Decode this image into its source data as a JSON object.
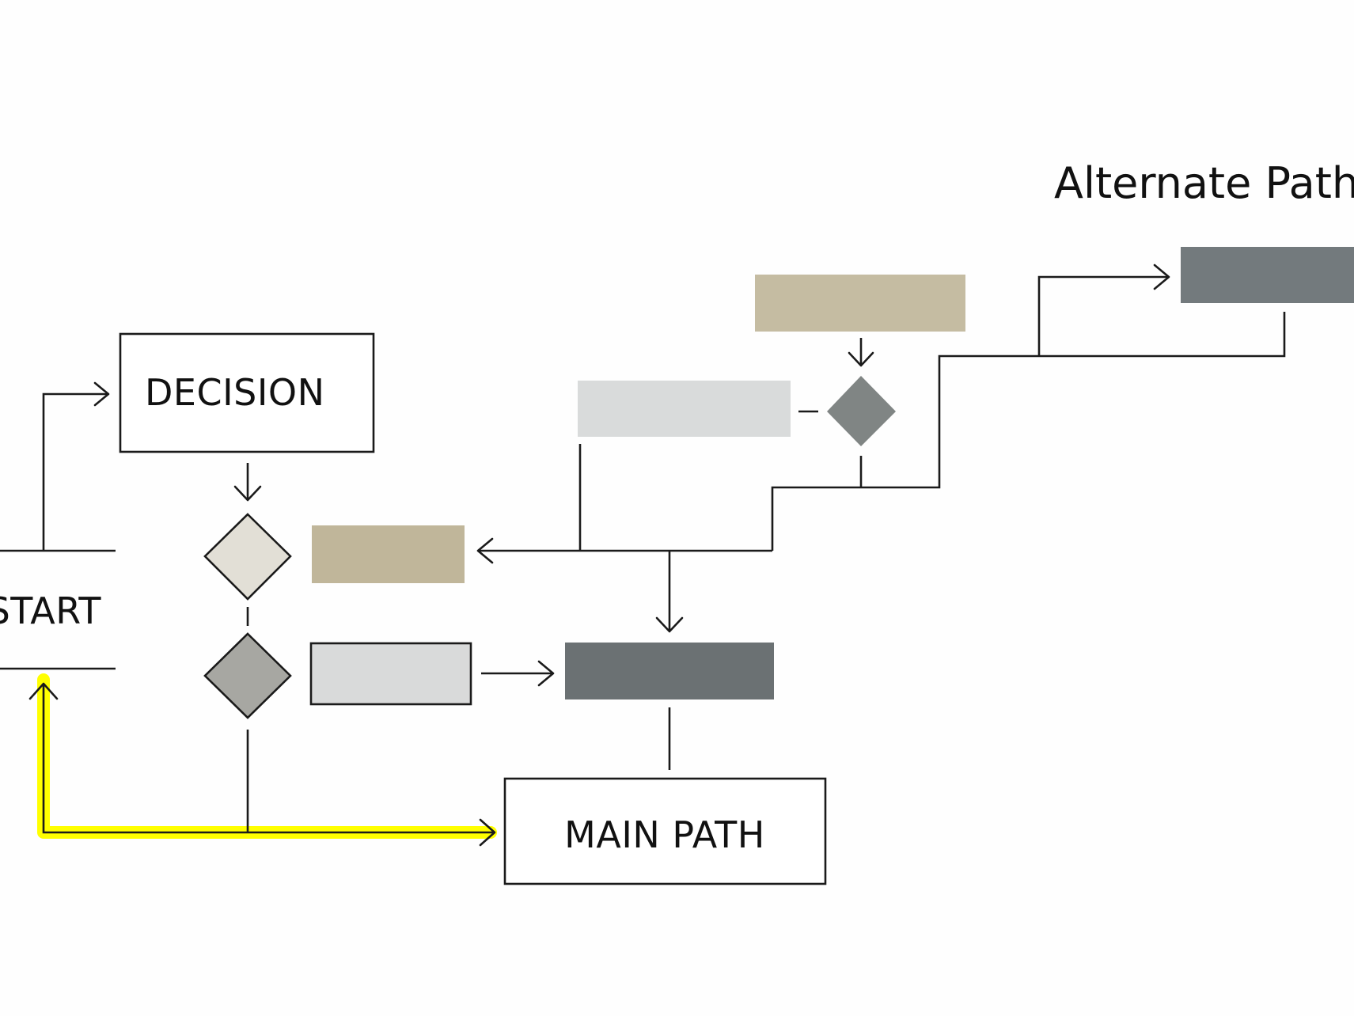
{
  "diagram": {
    "title": "Alternate Path",
    "nodes": {
      "start": {
        "label": "START",
        "shape": "open-bracket"
      },
      "decision": {
        "label": "DECISION",
        "shape": "rectangle-outline"
      },
      "main_path": {
        "label": "MAIN PATH",
        "shape": "rectangle-outline"
      },
      "alt_box_dark": {
        "label": "",
        "shape": "rectangle",
        "fill": "#737a7d"
      },
      "alt_box_tan": {
        "label": "",
        "shape": "rectangle",
        "fill": "#c5bca2"
      },
      "alt_box_light": {
        "label": "",
        "shape": "rectangle",
        "fill": "#d9dbdb"
      },
      "alt_diamond": {
        "label": "",
        "shape": "diamond",
        "fill": "#808584"
      },
      "diamond_light": {
        "label": "",
        "shape": "diamond",
        "fill": "#e2dfd6"
      },
      "diamond_dark": {
        "label": "",
        "shape": "diamond",
        "fill": "#a7a7a2"
      },
      "box_tan_mid": {
        "label": "",
        "shape": "rectangle",
        "fill": "#c0b69a"
      },
      "box_light_mid": {
        "label": "",
        "shape": "rectangle-outline",
        "fill": "#d9dada"
      },
      "box_dark_mid": {
        "label": "",
        "shape": "rectangle",
        "fill": "#6b7173"
      }
    },
    "edges": [
      {
        "from": "start",
        "to": "decision"
      },
      {
        "from": "decision",
        "to": "diamond_light"
      },
      {
        "from": "diamond_light",
        "to": "diamond_dark"
      },
      {
        "from": "diamond_dark",
        "to": "main_path",
        "highlighted": false
      },
      {
        "from": "main_path",
        "to": "start",
        "highlighted": true
      },
      {
        "from": "box_light_mid",
        "to": "box_dark_mid"
      },
      {
        "from": "box_dark_mid",
        "to": "main_path"
      },
      {
        "from": "junction",
        "to": "box_tan_mid"
      },
      {
        "from": "junction",
        "to": "box_dark_mid"
      },
      {
        "from": "alt_box_tan",
        "to": "alt_diamond"
      },
      {
        "from": "alt_diamond",
        "to": "alt_box_light"
      },
      {
        "from": "alt_diamond",
        "to": "junction"
      },
      {
        "from": "junction",
        "to": "alt_box_dark"
      }
    ],
    "colors": {
      "line": "#1a1a1a",
      "highlight": "#ffff00",
      "background": "#fefefe"
    }
  }
}
